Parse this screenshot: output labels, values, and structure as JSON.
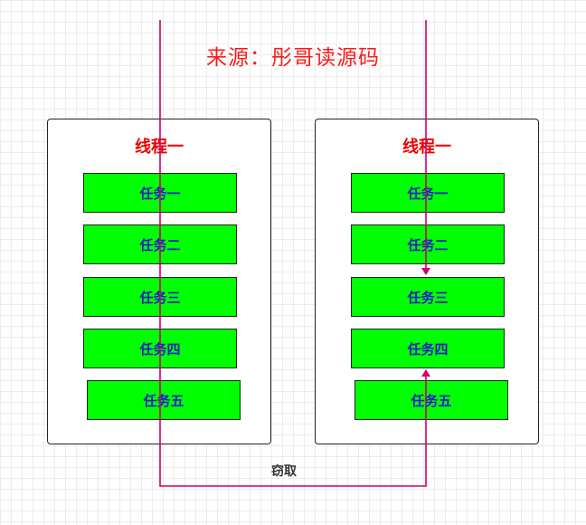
{
  "source_title": "来源：彤哥读源码",
  "steal_label": "窃取",
  "colors": {
    "arrow": "#cc0066",
    "task_fill": "#00ff00",
    "task_text": "#1a1acc",
    "thread_title": "#ee0000",
    "source_title": "#ff1a1a"
  },
  "threads": [
    {
      "title": "线程一",
      "tasks": [
        "任务一",
        "任务二",
        "任务三",
        "任务四",
        "任务五"
      ]
    },
    {
      "title": "线程一",
      "tasks": [
        "任务一",
        "任务二",
        "任务三",
        "任务四",
        "任务五"
      ]
    }
  ]
}
